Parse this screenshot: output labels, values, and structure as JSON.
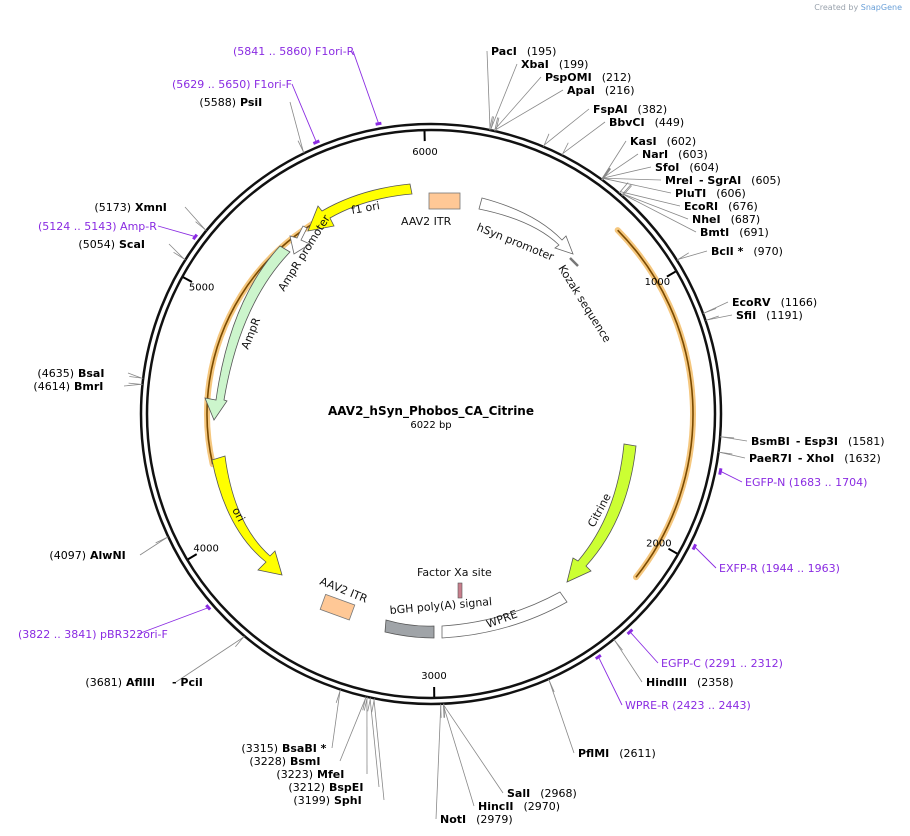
{
  "credit": {
    "prefix": "Created by",
    "brand": "SnapGene"
  },
  "title": "AAV2_hSyn_Phobos_CA_Citrine",
  "length_text": "6022 bp",
  "length_bp": 6022,
  "colors": {
    "primer": "#8a2be2",
    "backbone": "#111111",
    "ori": "#ffff00",
    "f1ori": "#ffff00",
    "ampr": "#ccf5cc",
    "itr": "#ffc896",
    "citrine": "#ccff33",
    "bgh": "#a0a4a8",
    "highlight": "#f5c77e"
  },
  "ticks": [
    {
      "label": "1000",
      "pos": 1000
    },
    {
      "label": "2000",
      "pos": 2000
    },
    {
      "label": "3000",
      "pos": 3000
    },
    {
      "label": "4000",
      "pos": 4000
    },
    {
      "label": "5000",
      "pos": 5000
    },
    {
      "label": "6000",
      "pos": 6000
    }
  ],
  "sites": [
    {
      "name": "PacI",
      "pos": "(195)",
      "bp": 195
    },
    {
      "name": "XbaI",
      "pos": "(199)",
      "bp": 199
    },
    {
      "name": "PspOMI",
      "pos": "(212)",
      "bp": 212
    },
    {
      "name": "ApaI",
      "pos": "(216)",
      "bp": 216
    },
    {
      "name": "FspAI",
      "pos": "(382)",
      "bp": 382
    },
    {
      "name": "BbvCI",
      "pos": "(449)",
      "bp": 449
    },
    {
      "name": "KasI",
      "pos": "(602)",
      "bp": 602
    },
    {
      "name": "NarI",
      "pos": "(603)",
      "bp": 603
    },
    {
      "name": "SfoI",
      "pos": "(604)",
      "bp": 604
    },
    {
      "name": "MreI",
      "name2": "SgrAI",
      "pos": "(605)",
      "bp": 605
    },
    {
      "name": "PluTI",
      "pos": "(606)",
      "bp": 606
    },
    {
      "name": "EcoRI",
      "pos": "(676)",
      "bp": 676
    },
    {
      "name": "NheI",
      "pos": "(687)",
      "bp": 687
    },
    {
      "name": "BmtI",
      "pos": "(691)",
      "bp": 691
    },
    {
      "name": "BclI *",
      "pos": "(970)",
      "bp": 970
    },
    {
      "name": "EcoRV",
      "pos": "(1166)",
      "bp": 1166
    },
    {
      "name": "SfiI",
      "pos": "(1191)",
      "bp": 1191
    },
    {
      "name": "BsmBI",
      "name2": "Esp3I",
      "pos": "(1581)",
      "bp": 1581
    },
    {
      "name": "PaeR7I",
      "name2": "XhoI",
      "pos": "(1632)",
      "bp": 1632
    },
    {
      "name": "HindIII",
      "pos": "(2358)",
      "bp": 2358
    },
    {
      "name": "PflMI",
      "pos": "(2611)",
      "bp": 2611
    },
    {
      "name": "SalI",
      "pos": "(2968)",
      "bp": 2968
    },
    {
      "name": "HincII",
      "pos": "(2970)",
      "bp": 2970
    },
    {
      "name": "NotI",
      "pos": "(2979)",
      "bp": 2979
    },
    {
      "name": "SphI",
      "pos": "(3199)",
      "bp": 3199
    },
    {
      "name": "BspEI",
      "pos": "(3212)",
      "bp": 3212
    },
    {
      "name": "MfeI",
      "pos": "(3223)",
      "bp": 3223
    },
    {
      "name": "BsmI",
      "pos": "(3228)",
      "bp": 3228
    },
    {
      "name": "BsaBI *",
      "pos": "(3315)",
      "bp": 3315
    },
    {
      "name": "AflIII",
      "name2": "PciI",
      "pos": "(3681)",
      "bp": 3681
    },
    {
      "name": "AlwNI",
      "pos": "(4097)",
      "bp": 4097
    },
    {
      "name": "BmrI",
      "pos": "(4614)",
      "bp": 4614
    },
    {
      "name": "BsaI",
      "pos": "(4635)",
      "bp": 4635
    },
    {
      "name": "ScaI",
      "pos": "(5054)",
      "bp": 5054
    },
    {
      "name": "XmnI",
      "pos": "(5173)",
      "bp": 5173
    },
    {
      "name": "PsiI",
      "pos": "(5588)",
      "bp": 5588
    }
  ],
  "primers": [
    {
      "name": "F1ori-R",
      "range": "(5841 .. 5860)",
      "start": 5841,
      "end": 5860
    },
    {
      "name": "F1ori-F",
      "range": "(5629 .. 5650)",
      "start": 5629,
      "end": 5650
    },
    {
      "name": "Amp-R",
      "range": "(5124 .. 5143)",
      "start": 5124,
      "end": 5143
    },
    {
      "name": "EGFP-N",
      "range": "(1683 .. 1704)",
      "start": 1683,
      "end": 1704
    },
    {
      "name": "EXFP-R",
      "range": "(1944 .. 1963)",
      "start": 1944,
      "end": 1963
    },
    {
      "name": "EGFP-C",
      "range": "(2291 .. 2312)",
      "start": 2291,
      "end": 2312
    },
    {
      "name": "WPRE-R",
      "range": "(2423 .. 2443)",
      "start": 2423,
      "end": 2443
    },
    {
      "name": "pBR322ori-F",
      "range": "(3822 .. 3841)",
      "start": 3822,
      "end": 3841
    }
  ],
  "features": {
    "f1ori": "f1 ori",
    "aav2_itr_top": "AAV2 ITR",
    "hsyn": "hSyn promoter",
    "kozak": "Kozak sequence",
    "ampr_promoter": "AmpR promoter",
    "ampr": "AmpR",
    "ori": "ori",
    "citrine": "Citrine",
    "factor_xa": "Factor Xa site",
    "aav2_itr_bottom": "AAV2 ITR",
    "bgh": "bGH poly(A) signal",
    "wpre": "WPRE"
  }
}
